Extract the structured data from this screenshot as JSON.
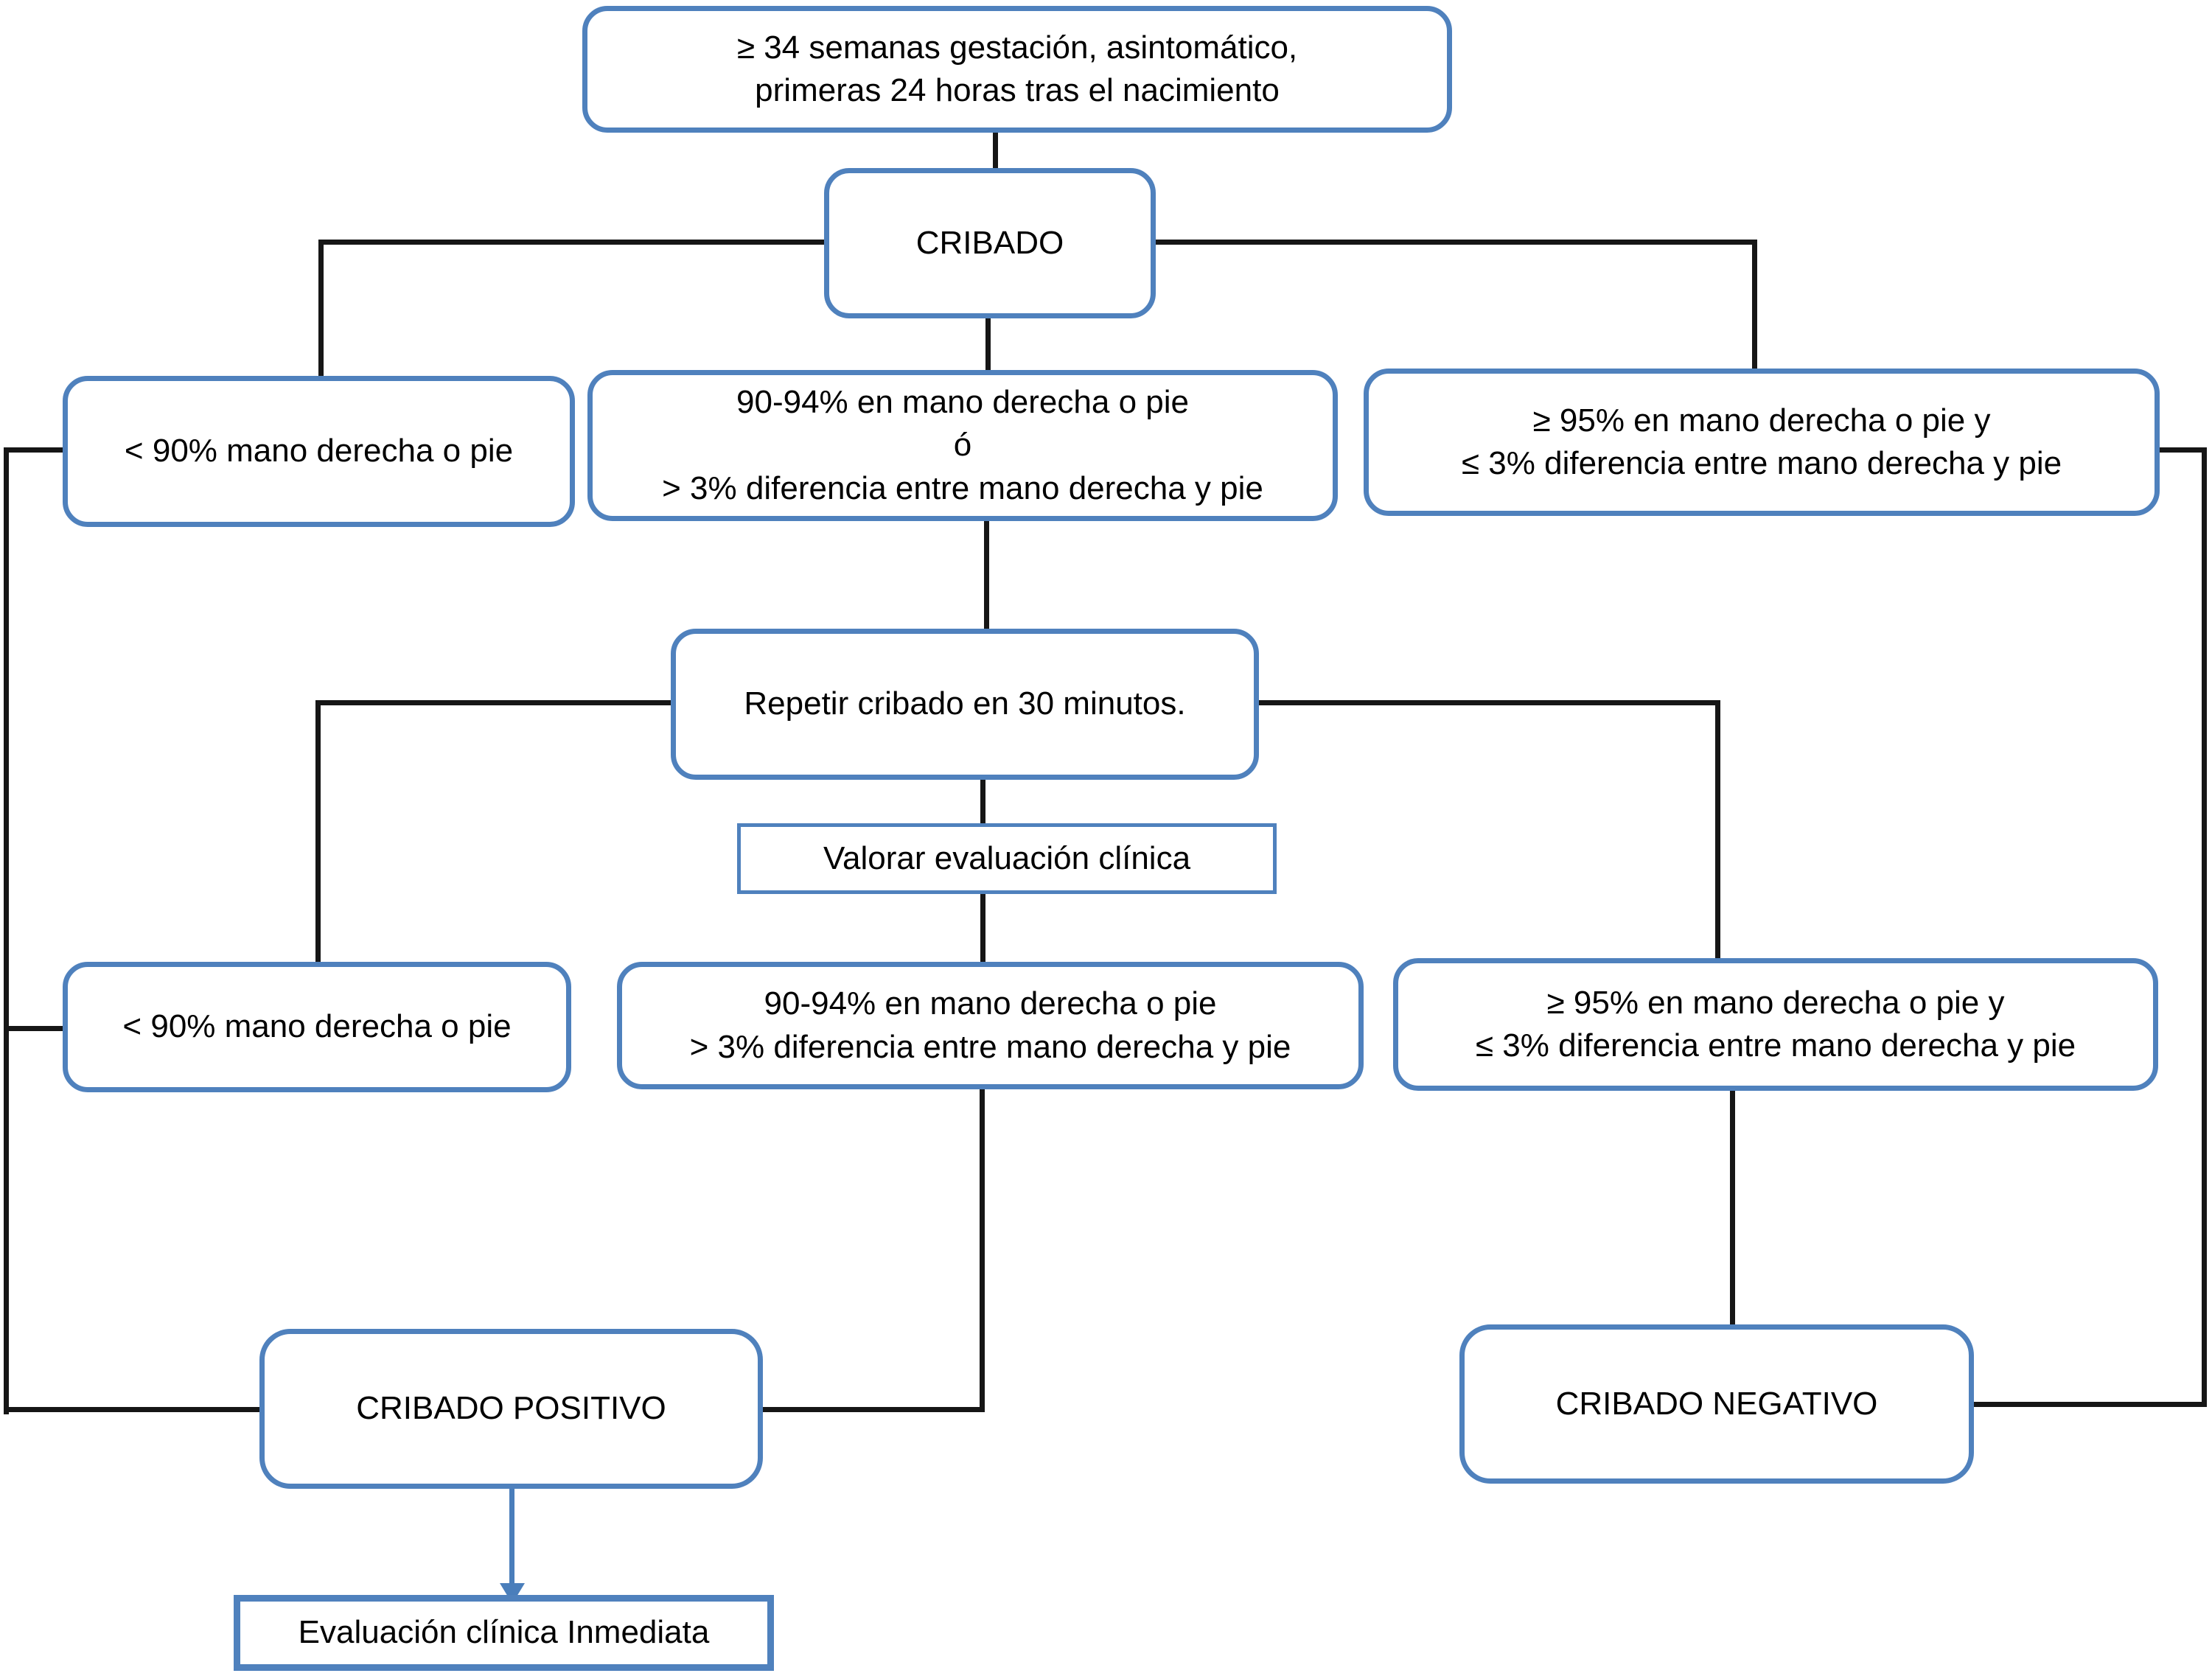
{
  "colors": {
    "accent_blue": "#4f81bd",
    "line_black": "#161616",
    "arrow_blue": "#4a7ebb"
  },
  "nodes": {
    "entry": {
      "lines": [
        "≥ 34 semanas gestación, asintomático,",
        "primeras 24 horas tras el nacimiento"
      ]
    },
    "cribado": {
      "lines": [
        "CRIBADO"
      ]
    },
    "screen1_low": {
      "lines": [
        "< 90% mano derecha o pie"
      ]
    },
    "screen1_mid": {
      "lines": [
        "90-94% en mano derecha o pie",
        "ó",
        "> 3% diferencia entre mano derecha y pie"
      ]
    },
    "screen1_high": {
      "lines": [
        "≥ 95% en mano derecha o pie y",
        "≤ 3% diferencia entre mano derecha y pie"
      ]
    },
    "repeat": {
      "lines": [
        "Repetir cribado en 30 minutos."
      ]
    },
    "clinical_assess": {
      "lines": [
        "Valorar evaluación clínica"
      ]
    },
    "screen2_low": {
      "lines": [
        "< 90% mano derecha o pie"
      ]
    },
    "screen2_mid": {
      "lines": [
        "90-94% en mano derecha o pie",
        "> 3% diferencia entre mano derecha y pie"
      ]
    },
    "screen2_high": {
      "lines": [
        "≥ 95% en mano derecha o pie y",
        "≤ 3% diferencia entre mano derecha y pie"
      ]
    },
    "positive": {
      "lines": [
        "CRIBADO POSITIVO"
      ]
    },
    "negative": {
      "lines": [
        "CRIBADO NEGATIVO"
      ]
    },
    "immediate_eval": {
      "lines": [
        "Evaluación clínica Inmediata"
      ]
    }
  }
}
